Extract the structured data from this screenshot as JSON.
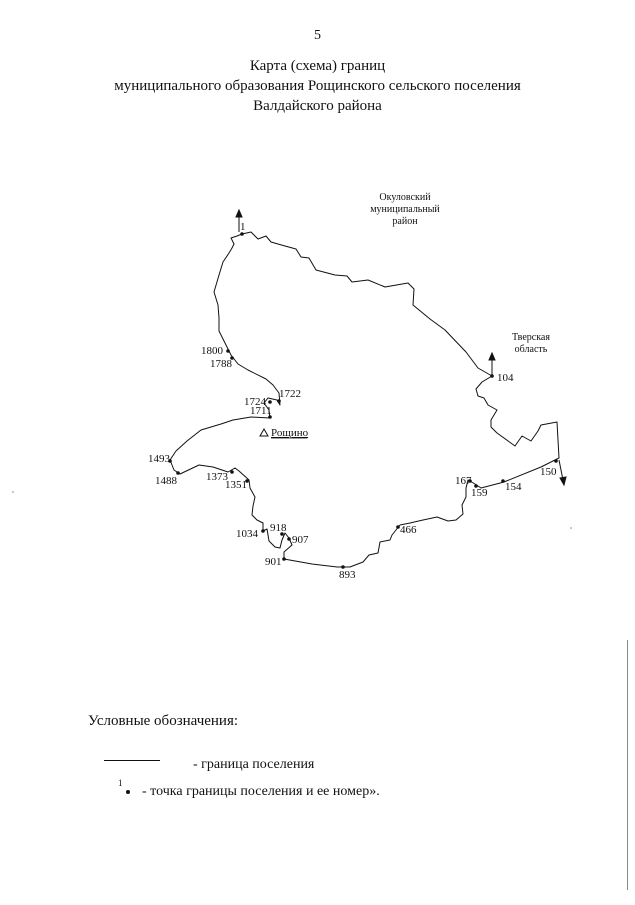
{
  "page_number": "5",
  "title": {
    "line1": "Карта (схема) границ",
    "line2": "муниципального образования Рощинского сельского поселения",
    "line3": "Валдайского района"
  },
  "map": {
    "regions": {
      "okulovsky": [
        "Окуловский",
        "муниципальный",
        "район"
      ],
      "tver": [
        "Тверская",
        "область"
      ]
    },
    "settlement": {
      "name": "Рощино",
      "icon": "triangle-settlement-icon"
    },
    "points": [
      "1",
      "1800",
      "1788",
      "1724",
      "1722",
      "1711",
      "1493",
      "1488",
      "1373",
      "1351",
      "1034",
      "918",
      "907",
      "901",
      "893",
      "466",
      "167",
      "159",
      "154",
      "150",
      "104"
    ]
  },
  "legend": {
    "title": "Условные обозначения:",
    "boundary_label": "- граница поселения",
    "point_number_example": "1",
    "point_label": "- точка границы поселения и ее номер»."
  }
}
